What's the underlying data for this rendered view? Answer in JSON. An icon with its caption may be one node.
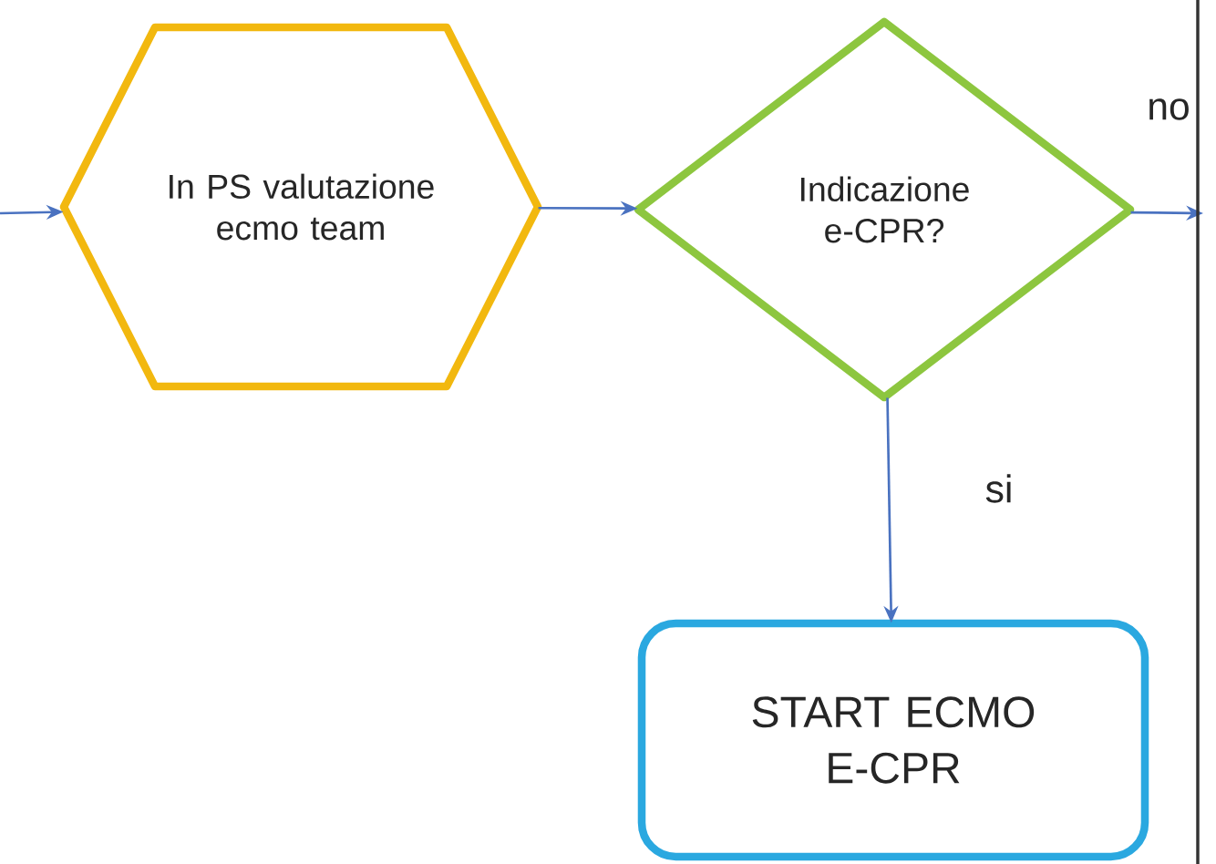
{
  "diagram": {
    "nodes": [
      {
        "text": [
          "In PS valutazione ecmo team"
        ]
      },
      {
        "text": [
          "Indicazione e-CPR?"
        ]
      },
      {
        "text": [
          "START ECMO E-CPR"
        ]
      }
    ],
    "edges": [
      {
        "from": null,
        "to": 0,
        "arrow": "to"
      },
      {
        "from": 0,
        "to": 1,
        "arrow": "to"
      },
      {
        "from": 1,
        "to": null,
        "arrow": "to",
        "label": "no"
      },
      {
        "from": 1,
        "to": 2,
        "arrow": "to",
        "label": "si"
      }
    ]
  }
}
